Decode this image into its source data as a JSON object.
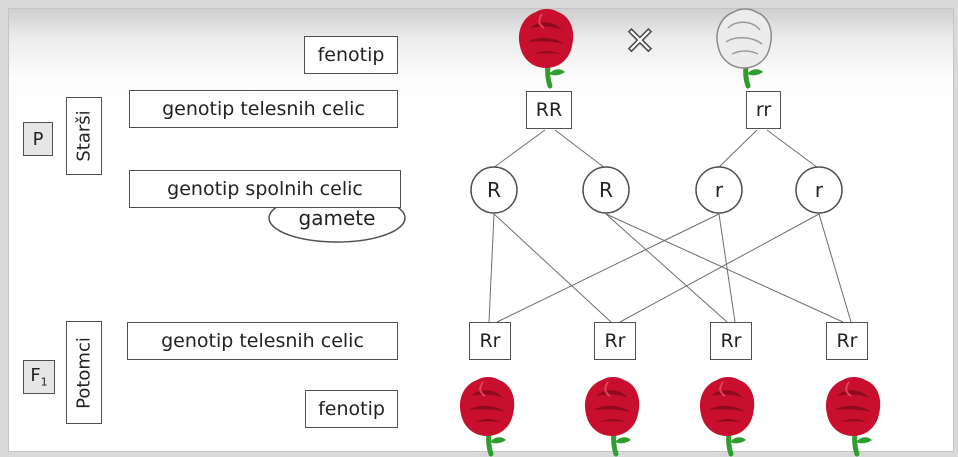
{
  "labels": {
    "fenotip_top": "fenotip",
    "genotip_somatic_top": "genotip telesnih celic",
    "genotip_gametes": "genotip spolnih celic",
    "gamete": "gamete",
    "genotip_somatic_bottom": "genotip telesnih celic",
    "fenotip_bottom": "fenotip"
  },
  "groups": {
    "parents_letter": "P",
    "parents": "Starši",
    "offspring_letter": "F",
    "offspring_subscript": "1",
    "offspring": "Potomci"
  },
  "cross_symbol": "✕",
  "parents": [
    {
      "genotype": "RR",
      "phenotype": "red-rose-icon"
    },
    {
      "genotype": "rr",
      "phenotype": "white-rose-icon"
    }
  ],
  "gametes": [
    "R",
    "R",
    "r",
    "r"
  ],
  "offspring": [
    "Rr",
    "Rr",
    "Rr",
    "Rr"
  ],
  "colors": {
    "red_flower": "#c8102e",
    "white_flower": "#ececec",
    "stem": "#2f9e2f",
    "line": "#6e6e6e"
  }
}
